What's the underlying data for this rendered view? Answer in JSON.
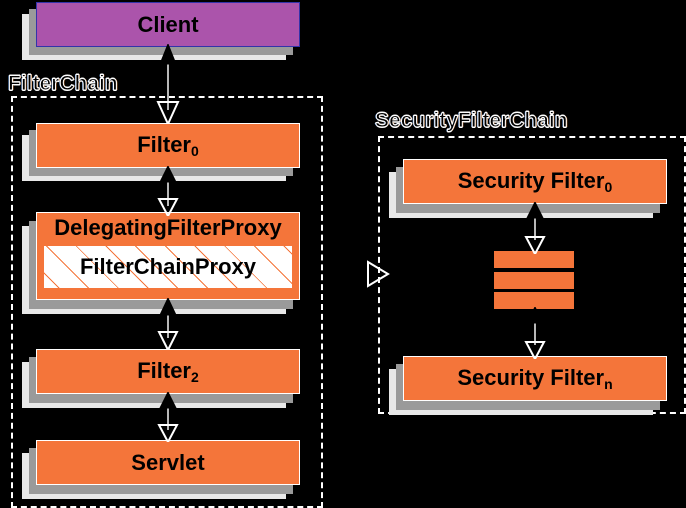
{
  "diagram": {
    "title": "Spring Security FilterChain architecture",
    "background_color": "#000000",
    "colors": {
      "node_orange": "#f4753a",
      "node_purple": "#ab54ab",
      "shadow_near": "#9a9a9a",
      "shadow_far": "#e8e8e8",
      "group_border": "#ffffff",
      "text": "#000000"
    }
  },
  "groups": [
    {
      "id": "filter-chain",
      "label": "FilterChain"
    },
    {
      "id": "security-filter-chain",
      "label": "SecurityFilterChain"
    }
  ],
  "nodes": {
    "client": {
      "label": "Client",
      "type": "purple"
    },
    "filter0": {
      "label": "Filter",
      "sub": "0",
      "type": "orange"
    },
    "delegating_filter_proxy": {
      "label": "DelegatingFilterProxy",
      "type": "orange"
    },
    "filter_chain_proxy": {
      "label": "FilterChainProxy",
      "type": "hatched"
    },
    "filter2": {
      "label": "Filter",
      "sub": "2",
      "type": "orange"
    },
    "servlet": {
      "label": "Servlet",
      "type": "orange"
    },
    "security_filter0": {
      "label": "Security Filter",
      "sub": "0",
      "type": "orange"
    },
    "security_filter_n": {
      "label": "Security Filter",
      "sub": "n",
      "type": "orange"
    },
    "ellipsis": {
      "label": "",
      "type": "ellipsis-bars"
    }
  },
  "edges": [
    {
      "from": "filter0",
      "to": "client",
      "style": "double-headed"
    },
    {
      "from": "delegating_filter_proxy",
      "to": "filter0",
      "style": "double-headed"
    },
    {
      "from": "filter2",
      "to": "filter_chain_proxy",
      "style": "double-headed"
    },
    {
      "from": "servlet",
      "to": "filter2",
      "style": "double-headed"
    },
    {
      "from": "filter_chain_proxy",
      "to": "security-filter-chain",
      "style": "hollow-arrow-right"
    },
    {
      "from": "ellipsis",
      "to": "security_filter0",
      "style": "double-headed"
    },
    {
      "from": "security_filter_n",
      "to": "ellipsis",
      "style": "double-headed"
    }
  ]
}
